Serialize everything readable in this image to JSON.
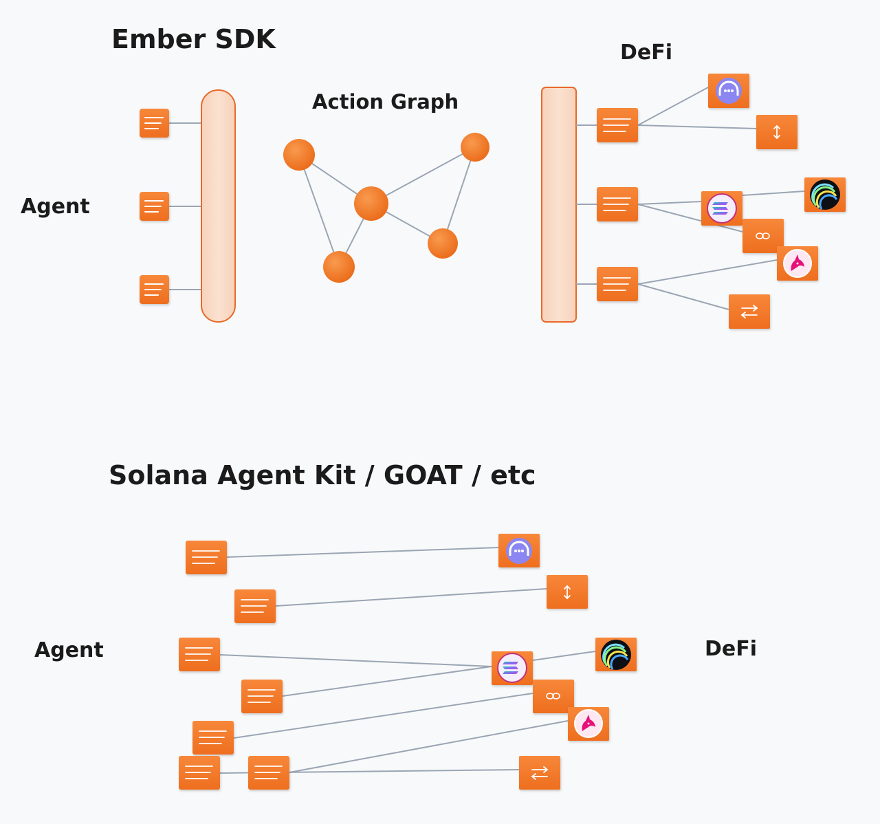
{
  "colors": {
    "background": "#f8f9fa",
    "node_orange": "#f47a2a",
    "node_orange_dark": "#e8691c",
    "bus_fill": "#f8d9c4",
    "bus_stroke": "#e8692a",
    "connector": "#9aa5b4",
    "text": "#1b1b1b"
  },
  "top": {
    "title": "Ember SDK",
    "agent_label": "Agent",
    "graph_label": "Action Graph",
    "defi_label": "DeFi"
  },
  "bottom": {
    "title": "Solana Agent Kit / GOAT / etc",
    "agent_label": "Agent",
    "defi_label": "DeFi"
  },
  "icons": {
    "tool": "lines-icon",
    "protocols": [
      "ghost-face-icon",
      "up-down-arrow-icon",
      "solana-icon",
      "rainbow-globe-icon",
      "chain-link-icon",
      "unicorn-icon",
      "swap-arrows-icon"
    ]
  }
}
